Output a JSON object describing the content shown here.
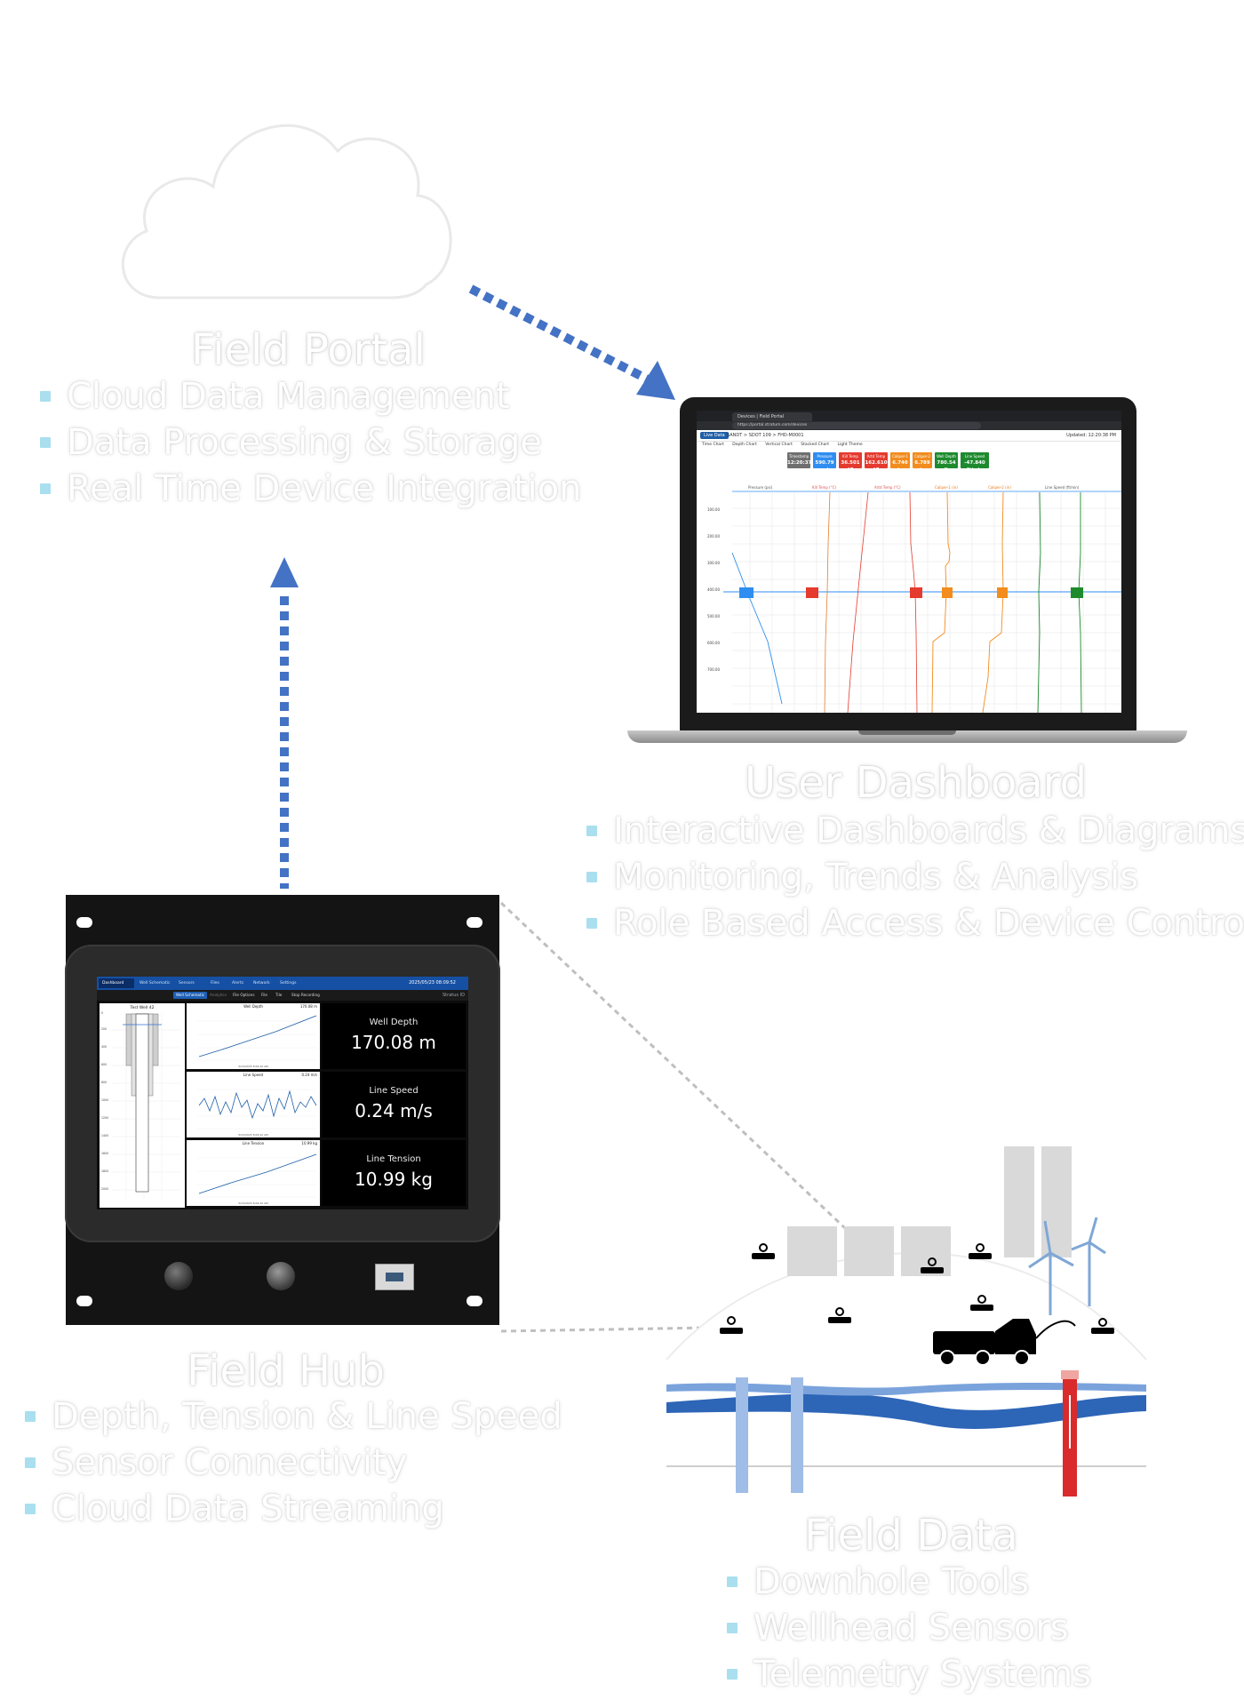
{
  "field_portal": {
    "title": "Field Portal",
    "bullets": [
      "Cloud Data Management",
      "Data Processing & Storage",
      "Real Time Device Integration"
    ]
  },
  "user_dashboard": {
    "title": "User Dashboard",
    "bullets": [
      "Interactive Dashboards & Diagrams",
      "Monitoring, Trends & Analysis",
      "Role Based Access & Device Control"
    ]
  },
  "field_hub": {
    "title": "Field Hub",
    "bullets": [
      "Depth, Tension & Line Speed",
      "Sensor Connectivity",
      "Cloud Data Streaming"
    ]
  },
  "field_data": {
    "title": "Field Data",
    "bullets": [
      "Downhole Tools",
      "Wellhead Sensors",
      "Telemetry Systems"
    ]
  },
  "laptop_app": {
    "tab_title": "Devices | Field Portal",
    "url": "https://portal.stratum.com/devices",
    "live_label": "Live Data",
    "breadcrumb": "SANDT  >  SDOT 109  >  FHD-M0001",
    "updated": "Updated: 12:20:38 PM",
    "toggles": [
      "Time Chart",
      "Depth Chart",
      "Vertical Chart",
      "Stacked Chart",
      "Light Theme"
    ],
    "tiles": [
      {
        "label": "Timestamp",
        "value": "12:20:37",
        "color": "#6f6f6f"
      },
      {
        "label": "Pressure",
        "value": "590.79 psi",
        "color": "#2f8ef0"
      },
      {
        "label": "Kill Temp",
        "value": "36.501 °C",
        "color": "#e53a2e"
      },
      {
        "label": "Artd Temp",
        "value": "162.610 °C",
        "color": "#e53a2e"
      },
      {
        "label": "Caliper-1",
        "value": "6.740 in",
        "color": "#f28c1d"
      },
      {
        "label": "Caliper-2",
        "value": "6.789 in",
        "color": "#f28c1d"
      },
      {
        "label": "Well Depth",
        "value": "780.54 ft",
        "color": "#1e8a2e"
      },
      {
        "label": "Line Speed",
        "value": "-47.840 ft/min",
        "color": "#1e8a2e"
      }
    ],
    "track_headers": [
      "Pressure (psi)",
      "Kill Temp (°C)",
      "Artd Temp (°C)",
      "Caliper-1 (in)",
      "Caliper-2 (in)",
      "Line Speed (ft/min)"
    ],
    "depth_ticks": [
      "100.00",
      "200.00",
      "300.00",
      "400.00",
      "500.00",
      "600.00",
      "700.00"
    ]
  },
  "hub_app": {
    "menu": [
      "Dashboard",
      "Well Schematic",
      "Sensors",
      "Files",
      "Alerts",
      "Network",
      "Settings"
    ],
    "datetime": "2025/05/23 08:09:52",
    "toolbar": [
      "Well Schematic",
      "Analytics",
      "File Options",
      "File",
      "Tile",
      "Stop Recording"
    ],
    "brand": "Stratus IO",
    "well_title": "Test Well 42",
    "well_ticks": [
      "0",
      "200",
      "400",
      "600",
      "800",
      "1000",
      "1200",
      "1400",
      "1600",
      "1800",
      "2000"
    ],
    "charts": [
      {
        "title": "Well Depth",
        "value": "170.08 m",
        "ts": "5/23/2025 8:09:42 AM"
      },
      {
        "title": "Line Speed",
        "value": "0.24 m/s",
        "ts": "5/23/2025 8:09:42 AM"
      },
      {
        "title": "Line Tension",
        "value": "10.99 kg",
        "ts": "5/23/2025 8:09:42 AM"
      }
    ],
    "metrics": [
      {
        "label": "Well Depth",
        "value": "170.08 m"
      },
      {
        "label": "Line Speed",
        "value": "0.24 m/s"
      },
      {
        "label": "Line Tension",
        "value": "10.99 kg"
      }
    ]
  },
  "colors": {
    "arrow_blue": "#4472c4",
    "bullet_cyan": "#a9dfef",
    "hub_menubar": "#1550a4"
  }
}
